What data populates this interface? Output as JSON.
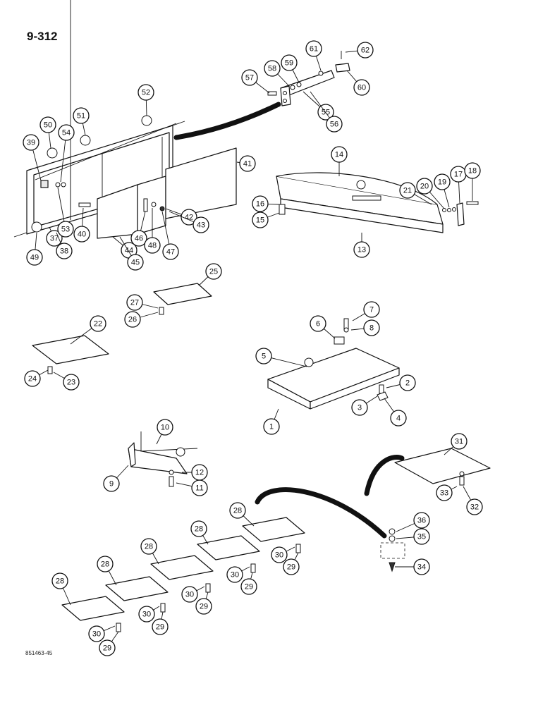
{
  "page": {
    "number": "9-312",
    "drawing_number": "851463-45"
  },
  "callouts": [
    {
      "id": "c1",
      "label": "1"
    },
    {
      "id": "c2",
      "label": "2"
    },
    {
      "id": "c3",
      "label": "3"
    },
    {
      "id": "c4",
      "label": "4"
    },
    {
      "id": "c5",
      "label": "5"
    },
    {
      "id": "c6",
      "label": "6"
    },
    {
      "id": "c7",
      "label": "7"
    },
    {
      "id": "c8",
      "label": "8"
    },
    {
      "id": "c9",
      "label": "9"
    },
    {
      "id": "c10",
      "label": "10"
    },
    {
      "id": "c11",
      "label": "11"
    },
    {
      "id": "c12",
      "label": "12"
    },
    {
      "id": "c13",
      "label": "13"
    },
    {
      "id": "c14",
      "label": "14"
    },
    {
      "id": "c15",
      "label": "15"
    },
    {
      "id": "c16",
      "label": "16"
    },
    {
      "id": "c17",
      "label": "17"
    },
    {
      "id": "c18",
      "label": "18"
    },
    {
      "id": "c19",
      "label": "19"
    },
    {
      "id": "c20",
      "label": "20"
    },
    {
      "id": "c21",
      "label": "21"
    },
    {
      "id": "c22",
      "label": "22"
    },
    {
      "id": "c23",
      "label": "23"
    },
    {
      "id": "c24",
      "label": "24"
    },
    {
      "id": "c25",
      "label": "25"
    },
    {
      "id": "c26",
      "label": "26"
    },
    {
      "id": "c27",
      "label": "27"
    },
    {
      "id": "c28a",
      "label": "28"
    },
    {
      "id": "c28b",
      "label": "28"
    },
    {
      "id": "c28c",
      "label": "28"
    },
    {
      "id": "c28d",
      "label": "28"
    },
    {
      "id": "c28e",
      "label": "28"
    },
    {
      "id": "c29a",
      "label": "29"
    },
    {
      "id": "c29b",
      "label": "29"
    },
    {
      "id": "c29c",
      "label": "29"
    },
    {
      "id": "c29d",
      "label": "29"
    },
    {
      "id": "c29e",
      "label": "29"
    },
    {
      "id": "c30a",
      "label": "30"
    },
    {
      "id": "c30b",
      "label": "30"
    },
    {
      "id": "c30c",
      "label": "30"
    },
    {
      "id": "c30d",
      "label": "30"
    },
    {
      "id": "c30e",
      "label": "30"
    },
    {
      "id": "c31",
      "label": "31"
    },
    {
      "id": "c32",
      "label": "32"
    },
    {
      "id": "c33",
      "label": "33"
    },
    {
      "id": "c34",
      "label": "34"
    },
    {
      "id": "c35",
      "label": "35"
    },
    {
      "id": "c36",
      "label": "36"
    },
    {
      "id": "c37",
      "label": "37"
    },
    {
      "id": "c38",
      "label": "38"
    },
    {
      "id": "c39",
      "label": "39"
    },
    {
      "id": "c40",
      "label": "40"
    },
    {
      "id": "c41",
      "label": "41"
    },
    {
      "id": "c42",
      "label": "42"
    },
    {
      "id": "c43",
      "label": "43"
    },
    {
      "id": "c44",
      "label": "44"
    },
    {
      "id": "c45",
      "label": "45"
    },
    {
      "id": "c46",
      "label": "46"
    },
    {
      "id": "c47",
      "label": "47"
    },
    {
      "id": "c48",
      "label": "48"
    },
    {
      "id": "c49",
      "label": "49"
    },
    {
      "id": "c50",
      "label": "50"
    },
    {
      "id": "c51",
      "label": "51"
    },
    {
      "id": "c52",
      "label": "52"
    },
    {
      "id": "c53",
      "label": "53"
    },
    {
      "id": "c54",
      "label": "54"
    },
    {
      "id": "c55",
      "label": "55"
    },
    {
      "id": "c56",
      "label": "56"
    },
    {
      "id": "c57",
      "label": "57"
    },
    {
      "id": "c58",
      "label": "58"
    },
    {
      "id": "c59",
      "label": "59"
    },
    {
      "id": "c60",
      "label": "60"
    },
    {
      "id": "c61",
      "label": "61"
    },
    {
      "id": "c62",
      "label": "62"
    }
  ]
}
